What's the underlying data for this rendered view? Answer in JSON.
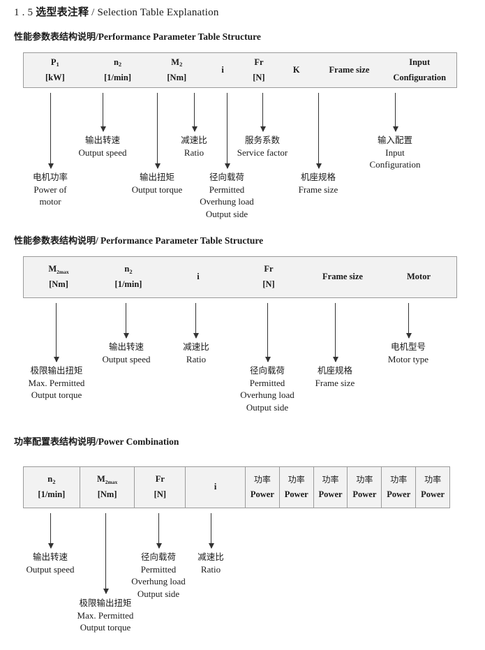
{
  "document": {
    "section_number": "1 . 5",
    "title_cn": "选型表注释",
    "title_sep": "/",
    "title_en": "Selection Table Explanation"
  },
  "sections": [
    {
      "heading_cn": "性能参数表结构说明",
      "heading_sep": "/",
      "heading_en": "Performance Parameter Table Structure",
      "table": {
        "divided": false,
        "columns": [
          {
            "symbol": "P",
            "sub": "1",
            "unit": "[kW]"
          },
          {
            "symbol": "n",
            "sub": "2",
            "unit": "[1/min]"
          },
          {
            "symbol": "M",
            "sub": "2",
            "unit": "[Nm]"
          },
          {
            "symbol": "i",
            "sub": "",
            "unit": ""
          },
          {
            "symbol": "Fr",
            "sub": "",
            "unit": "[N]"
          },
          {
            "symbol": "K",
            "sub": "",
            "unit": ""
          },
          {
            "symbol": "Frame size",
            "sub": "",
            "unit": ""
          },
          {
            "symbol": "Input",
            "sub": "",
            "unit": "Configuration"
          }
        ]
      },
      "callouts": [
        {
          "cn": "电机功率",
          "en1": "Power of",
          "en2": "motor",
          "en3": "",
          "en4": ""
        },
        {
          "cn": "输出转速",
          "en1": "Output speed",
          "en2": "",
          "en3": "",
          "en4": ""
        },
        {
          "cn": "输出扭矩",
          "en1": "Output torque",
          "en2": "",
          "en3": "",
          "en4": ""
        },
        {
          "cn": "减速比",
          "en1": "Ratio",
          "en2": "",
          "en3": "",
          "en4": ""
        },
        {
          "cn": "径向载荷",
          "en1": "Permitted",
          "en2": "Overhung load",
          "en3": "Output side",
          "en4": ""
        },
        {
          "cn": "服务系数",
          "en1": "Service factor",
          "en2": "",
          "en3": "",
          "en4": ""
        },
        {
          "cn": "机座规格",
          "en1": "Frame size",
          "en2": "",
          "en3": "",
          "en4": ""
        },
        {
          "cn": "输入配置",
          "en1": "Input",
          "en2": "Configuration",
          "en3": "",
          "en4": ""
        }
      ]
    },
    {
      "heading_cn": "性能参数表结构说明",
      "heading_sep": "/",
      "heading_en": "Performance Parameter Table Structure",
      "table": {
        "divided": false,
        "columns": [
          {
            "symbol": "M",
            "sub": "2max",
            "unit": "[Nm]"
          },
          {
            "symbol": "n",
            "sub": "2",
            "unit": "[1/min]"
          },
          {
            "symbol": "i",
            "sub": "",
            "unit": ""
          },
          {
            "symbol": "Fr",
            "sub": "",
            "unit": "[N]"
          },
          {
            "symbol": "Frame size",
            "sub": "",
            "unit": ""
          },
          {
            "symbol": "Motor",
            "sub": "",
            "unit": ""
          }
        ]
      },
      "callouts": [
        {
          "cn": "极限输出扭矩",
          "en1": "Max. Permitted",
          "en2": "Output  torque",
          "en3": "",
          "en4": ""
        },
        {
          "cn": "输出转速",
          "en1": "Output speed",
          "en2": "",
          "en3": "",
          "en4": ""
        },
        {
          "cn": "减速比",
          "en1": "Ratio",
          "en2": "",
          "en3": "",
          "en4": ""
        },
        {
          "cn": "径向载荷",
          "en1": "Permitted",
          "en2": "Overhung load",
          "en3": "Output side",
          "en4": ""
        },
        {
          "cn": "机座规格",
          "en1": "Frame size",
          "en2": "",
          "en3": "",
          "en4": ""
        },
        {
          "cn": "电机型号",
          "en1": "Motor type",
          "en2": "",
          "en3": "",
          "en4": ""
        }
      ]
    },
    {
      "heading_cn": "功率配置表结构说明",
      "heading_sep": "/",
      "heading_en": "Power Combination",
      "table": {
        "divided": true,
        "columns": [
          {
            "symbol": "n",
            "sub": "2",
            "unit": "[1/min]"
          },
          {
            "symbol": "M",
            "sub": "2max",
            "unit": "[Nm]"
          },
          {
            "symbol": "Fr",
            "sub": "",
            "unit": "[N]"
          },
          {
            "symbol": "i",
            "sub": "",
            "unit": ""
          },
          {
            "symbol": "功率",
            "sub": "",
            "unit": "Power"
          },
          {
            "symbol": "功率",
            "sub": "",
            "unit": "Power"
          },
          {
            "symbol": "功率",
            "sub": "",
            "unit": "Power"
          },
          {
            "symbol": "功率",
            "sub": "",
            "unit": "Power"
          },
          {
            "symbol": "功率",
            "sub": "",
            "unit": "Power"
          },
          {
            "symbol": "功率",
            "sub": "",
            "unit": "Power"
          }
        ]
      },
      "callouts": [
        {
          "cn": "输出转速",
          "en1": "Output speed",
          "en2": "",
          "en3": "",
          "en4": ""
        },
        {
          "cn": "极限输出扭矩",
          "en1": "Max. Permitted",
          "en2": "Output  torque",
          "en3": "",
          "en4": ""
        },
        {
          "cn": "径向载荷",
          "en1": "Permitted",
          "en2": "Overhung load",
          "en3": "Output side",
          "en4": ""
        },
        {
          "cn": "减速比",
          "en1": "Ratio",
          "en2": "",
          "en3": "",
          "en4": ""
        }
      ]
    }
  ]
}
